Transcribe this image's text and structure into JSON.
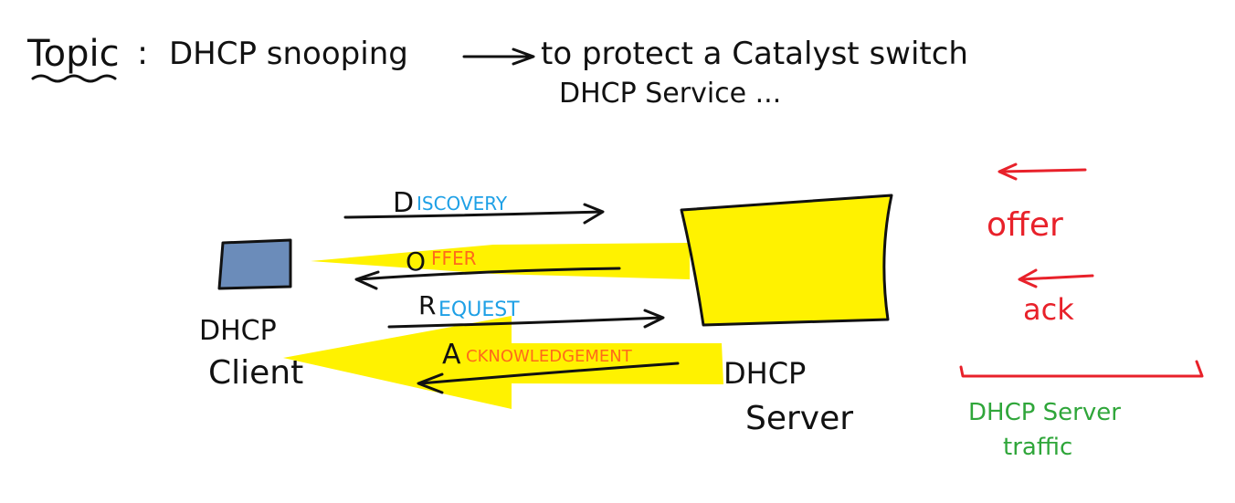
{
  "topic": {
    "label": "Topic",
    "colon": ":",
    "subject": "DHCP snooping",
    "arrow_text": "to protect a Catalyst switch",
    "second_line": "DHCP Service ..."
  },
  "client": {
    "line1": "DHCP",
    "line2": "Client",
    "color": "#6b8cba"
  },
  "server": {
    "line1": "DHCP",
    "line2": "Server",
    "color": "#fff200"
  },
  "messages": {
    "discovery": {
      "initial": "D",
      "rest": "ISCOVERY"
    },
    "offer": {
      "initial": "O",
      "rest": "FFER"
    },
    "request": {
      "initial": "R",
      "rest": "EQUEST"
    },
    "ack": {
      "initial": "A",
      "rest": "CKNOWLEDGEMENT"
    }
  },
  "legend": {
    "offer": "offer",
    "ack": "ack",
    "note_line1": "DHCP Server",
    "note_line2": "traffic"
  },
  "colors": {
    "ink": "#111111",
    "highlight": "#fff200",
    "client_request": "#1ea0e6",
    "server_reply": "#ff6a1a",
    "legend_arrows": "#e8212a",
    "legend_note": "#2fa63a"
  }
}
